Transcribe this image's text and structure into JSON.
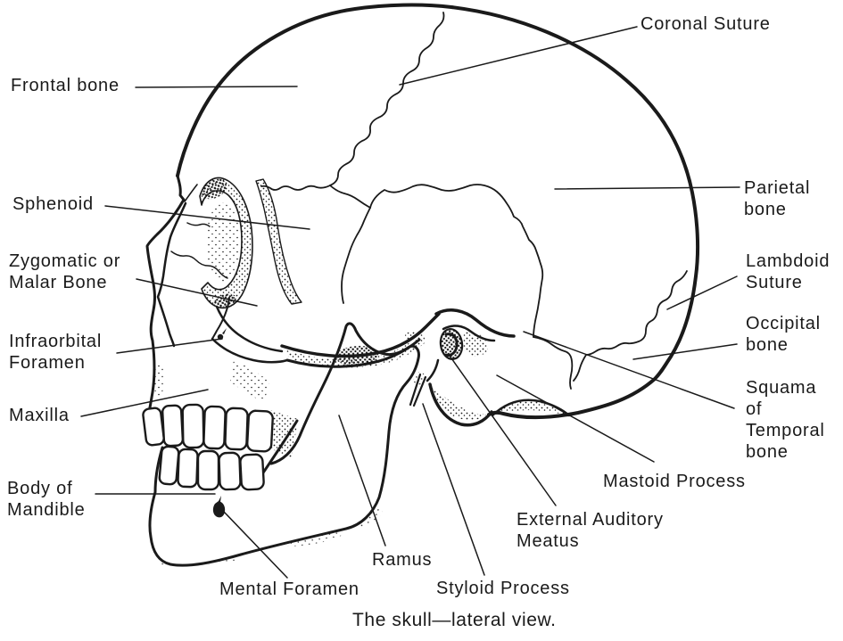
{
  "diagram": {
    "type": "anatomical-line-diagram",
    "subject": "human skull, lateral view",
    "ink_color": "#1a1a1a",
    "background_color": "#ffffff",
    "caption": "The skull—lateral view.",
    "labels": {
      "coronal_suture": "Coronal Suture",
      "frontal_bone": "Frontal bone",
      "sphenoid": "Sphenoid",
      "zygomatic_or_malar_bone": "Zygomatic or\nMalar Bone",
      "infraorbital_foramen": "Infraorbital\nForamen",
      "maxilla": "Maxilla",
      "body_of_mandible": "Body of\nMandible",
      "mental_foramen": "Mental Foramen",
      "ramus": "Ramus",
      "styloid_process": "Styloid Process",
      "external_auditory_meatus": "External Auditory\nMeatus",
      "mastoid_process": "Mastoid Process",
      "squama_of_temporal_bone": "Squama\nof\nTemporal\nbone",
      "occipital_bone": "Occipital\nbone",
      "lambdoid_suture": "Lambdoid\nSuture",
      "parietal_bone": "Parietal\nbone"
    }
  }
}
